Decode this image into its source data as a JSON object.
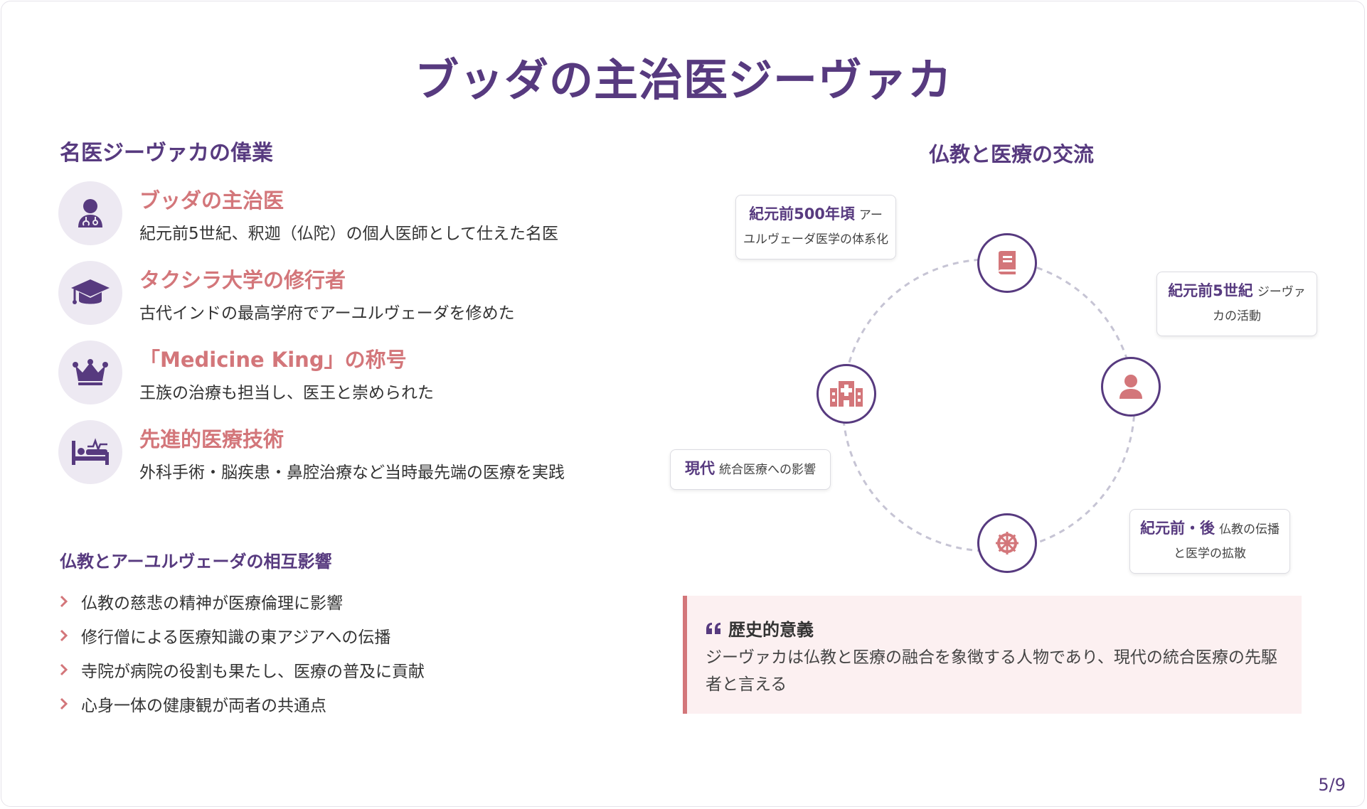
{
  "title": "ブッダの主治医ジーヴァカ",
  "left": {
    "section_title": "名医ジーヴァカの偉業",
    "achievements": [
      {
        "icon": "doctor-icon",
        "title": "ブッダの主治医",
        "desc": "紀元前5世紀、釈迦（仏陀）の個人医師として仕えた名医"
      },
      {
        "icon": "graduation-cap-icon",
        "title": "タクシラ大学の修行者",
        "desc": "古代インドの最高学府でアーユルヴェーダを修めた"
      },
      {
        "icon": "crown-icon",
        "title": "「Medicine King」の称号",
        "desc": "王族の治療も担当し、医王と崇められた"
      },
      {
        "icon": "hospital-bed-icon",
        "title": "先進的医療技術",
        "desc": "外科手術・脳疾患・鼻腔治療など当時最先端の医療を実践"
      }
    ],
    "influence_title": "仏教とアーユルヴェーダの相互影響",
    "influences": [
      "仏教の慈悲の精神が医療倫理に影響",
      "修行僧による医療知識の東アジアへの伝播",
      "寺院が病院の役割も果たし、医療の普及に貢献",
      "心身一体の健康観が両者の共通点"
    ]
  },
  "right": {
    "section_title": "仏教と医療の交流",
    "nodes": [
      "book-icon",
      "user-icon",
      "dharma-wheel-icon",
      "hospital-icon"
    ],
    "timeline": [
      {
        "era": "紀元前500年頃",
        "desc": "アーユルヴェーダ医学の体系化"
      },
      {
        "era": "紀元前5世紀",
        "desc": "ジーヴァカの活動"
      },
      {
        "era": "紀元前・後",
        "desc": "仏教の伝播と医学の拡散"
      },
      {
        "era": "現代",
        "desc": "統合医療への影響"
      }
    ],
    "quote": {
      "heading": "歴史的意義",
      "text": "ジーヴァカは仏教と医療の融合を象徴する人物であり、現代の統合医療の先駆者と言える"
    }
  },
  "colors": {
    "primary": "#573a7f",
    "accent": "#d3767a",
    "icon_bg": "#ede9f2",
    "quote_bg": "#fcf0f1"
  },
  "page_number": "5/9"
}
